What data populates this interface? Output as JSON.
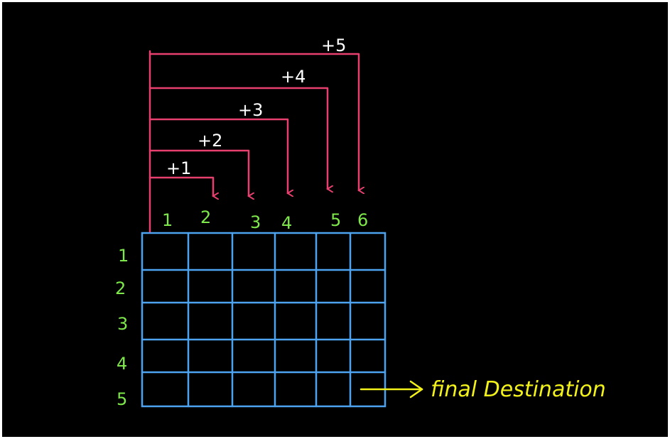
{
  "colors": {
    "background": "#000000",
    "frame": "#ffffff",
    "grid": "#4da3f0",
    "arrows": "#e8406e",
    "index_labels": "#7ee84a",
    "step_labels": "#ffffff",
    "destination": "#f2f21a"
  },
  "column_labels": [
    "1",
    "2",
    "3",
    "4",
    "5",
    "6"
  ],
  "row_labels": [
    "1",
    "2",
    "3",
    "4",
    "5"
  ],
  "jump_labels": [
    "+1",
    "+2",
    "+3",
    "+4",
    "+5"
  ],
  "destination_label": "final Destination"
}
